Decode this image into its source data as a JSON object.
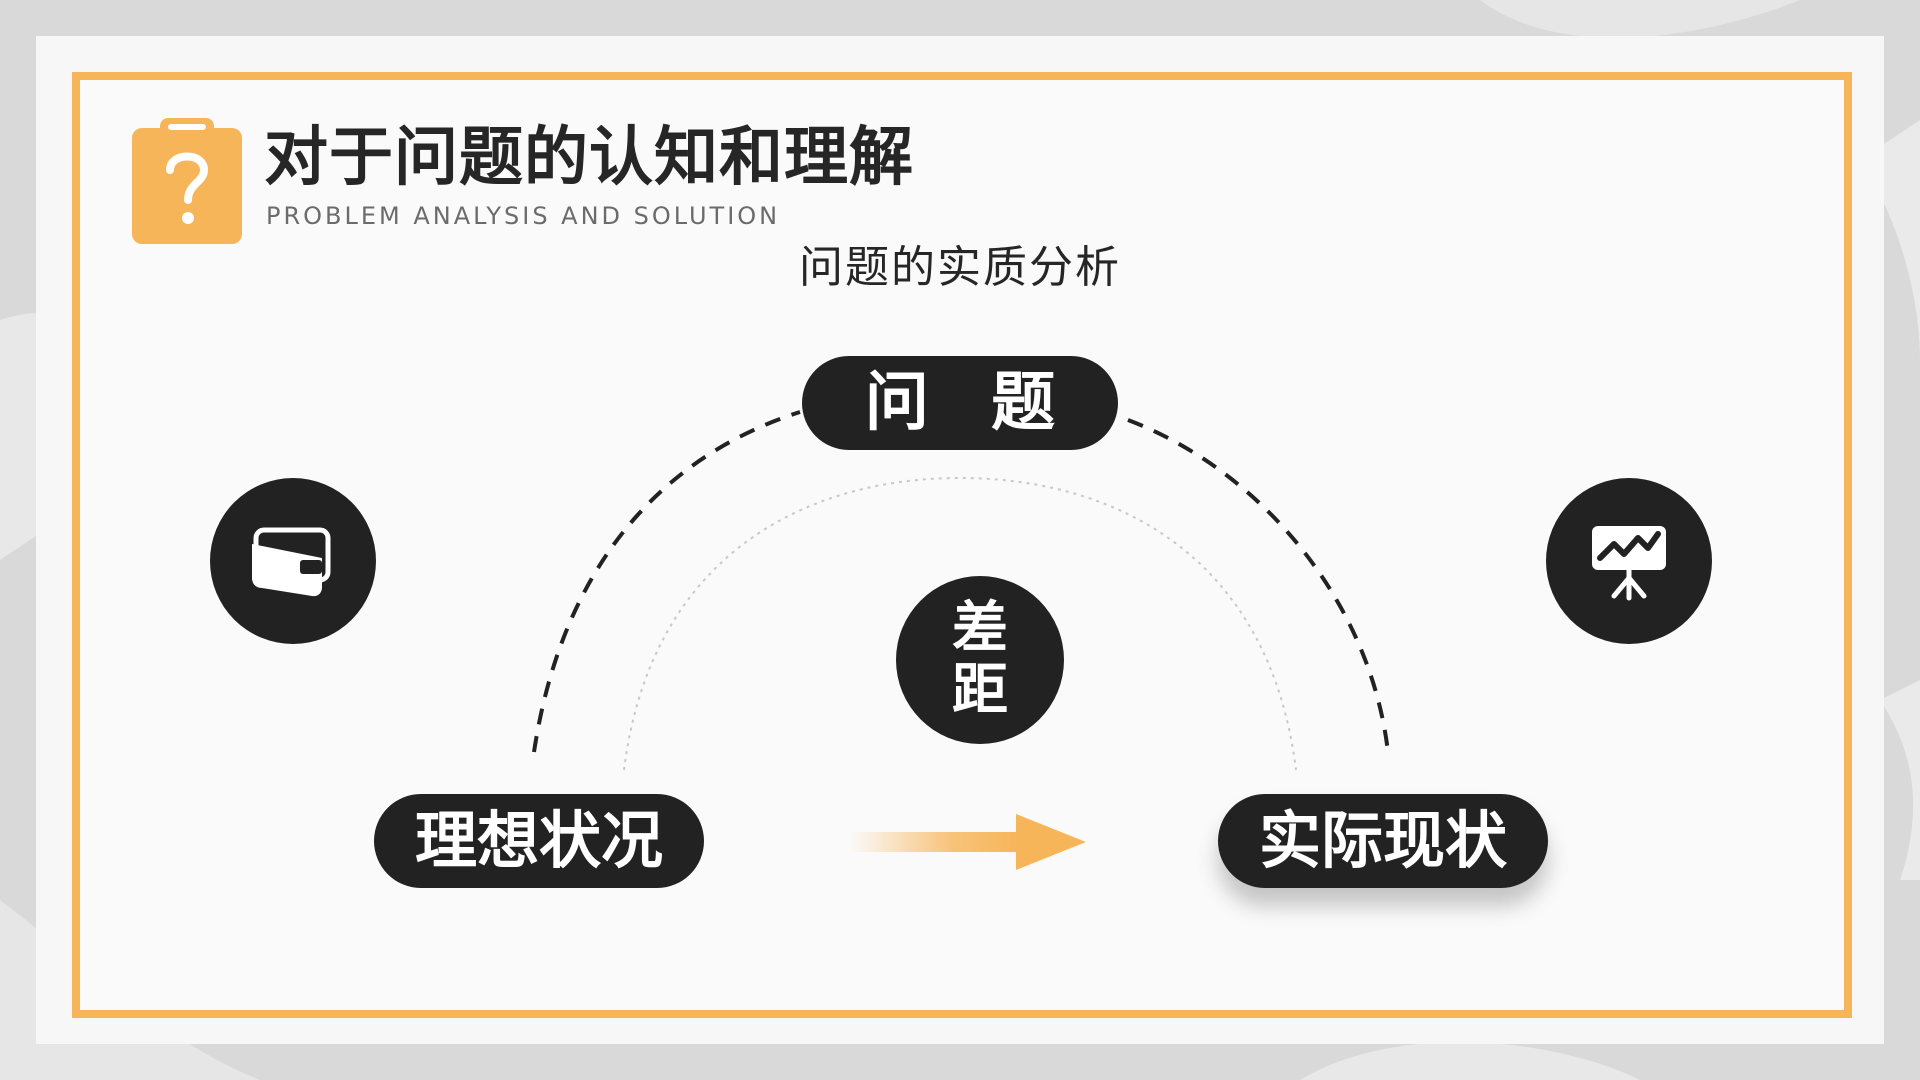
{
  "header": {
    "title": "对于问题的认知和理解",
    "subtitle": "PROBLEM ANALYSIS AND SOLUTION",
    "icon": "question-clipboard-icon"
  },
  "diagram": {
    "heading": "问题的实质分析",
    "problem_label": "问 题",
    "gap_label_line1": "差",
    "gap_label_line2": "距",
    "ideal_label": "理想状况",
    "actual_label": "实际现状",
    "left_icon": "wallet-icon",
    "right_icon": "presentation-chart-icon"
  },
  "colors": {
    "accent": "#f7b559",
    "dark": "#222222",
    "background": "#fafafa"
  }
}
